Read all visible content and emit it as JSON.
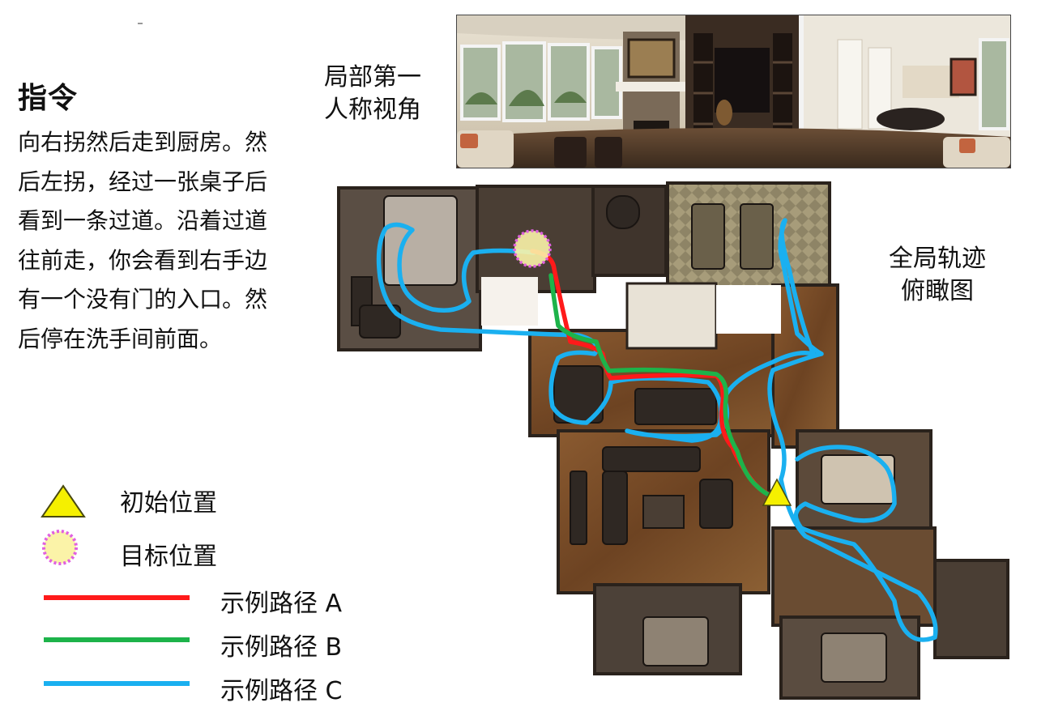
{
  "instruction": {
    "title": "指令",
    "body": "向右拐然后走到厨房。然后左拐，经过一张桌子后看到一条过道。沿着过道往前走，你会看到右手边有一个没有门的入口。然后停在洗手间前面。"
  },
  "panorama": {
    "label": "局部第一人称视角"
  },
  "map": {
    "label": "全局轨迹俯瞰图"
  },
  "legend": {
    "start_label": "初始位置",
    "goal_label": "目标位置",
    "path_a_label": "示例路径 A",
    "path_b_label": "示例路径 B",
    "path_c_label": "示例路径 C",
    "start_color": "#f5f000",
    "goal_fill": "#fbf3a8",
    "goal_border": "#e060e0",
    "path_a_color": "#ff1a1a",
    "path_b_color": "#1db34a",
    "path_c_color": "#1ab0f0"
  }
}
